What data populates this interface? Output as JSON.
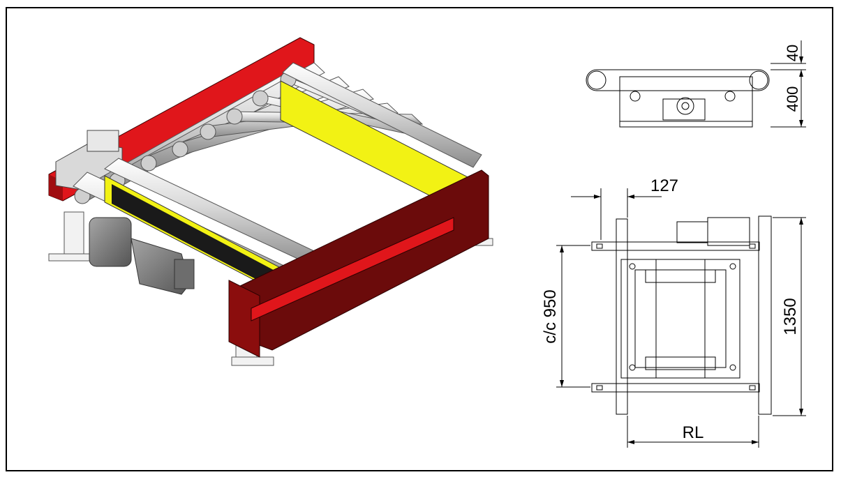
{
  "drawing": {
    "dimensions": {
      "side_gap": "40",
      "side_height": "400",
      "top_offset": "127",
      "center_distance": "c/c 950",
      "overall_length": "1350",
      "roller_length": "RL"
    },
    "colors": {
      "frame_red": "#e0161b",
      "frame_dark": "#6b0b0b",
      "guide_yellow": "#f2f214",
      "roller_light": "#e6e6e6",
      "roller_mid": "#b9b9b9",
      "motor_gray": "#7a7a7a"
    }
  }
}
